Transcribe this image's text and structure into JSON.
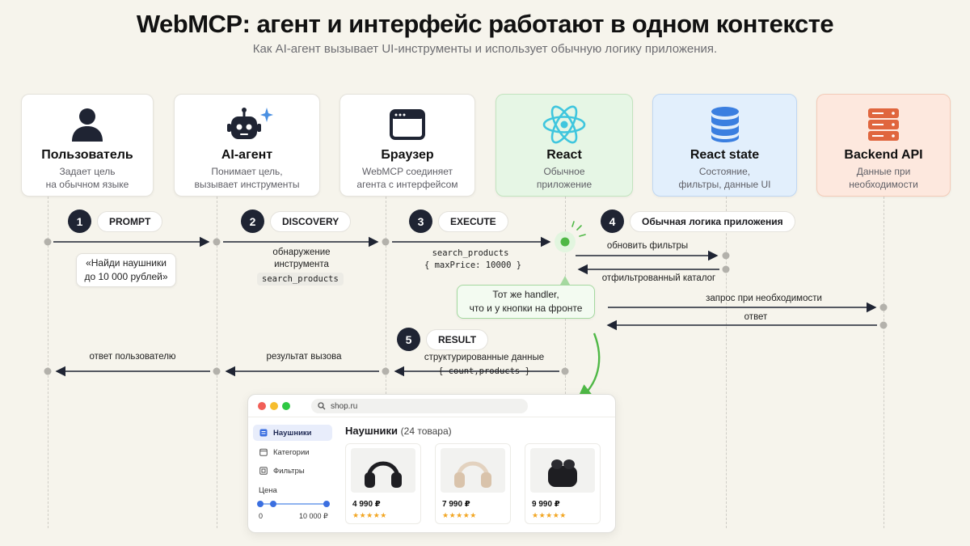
{
  "header": {
    "title": "WebMCP: агент и интерфейс работают в одном контексте",
    "subtitle": "Как AI-агент вызывает UI-инструменты и использует обычную логику приложения."
  },
  "actors": [
    {
      "title": "Пользователь",
      "desc": "Задает цель\nна обычном языке",
      "icon": "user-icon"
    },
    {
      "title": "AI-агент",
      "desc": "Понимает цель,\nвызывает инструменты",
      "icon": "robot-icon"
    },
    {
      "title": "Браузер",
      "desc": "WebMCP соединяет\nагента с интерфейсом",
      "icon": "browser-window-icon"
    },
    {
      "title": "React",
      "desc": "Обычное\nприложение",
      "icon": "react-logo-icon"
    },
    {
      "title": "React state",
      "desc": "Состояние,\nфильтры, данные UI",
      "icon": "database-icon"
    },
    {
      "title": "Backend API",
      "desc": "Данные при\nнеобходимости",
      "icon": "server-icon"
    }
  ],
  "steps": [
    {
      "num": "1",
      "label": "PROMPT"
    },
    {
      "num": "2",
      "label": "DISCOVERY"
    },
    {
      "num": "3",
      "label": "EXECUTE"
    },
    {
      "num": "4",
      "label": "Обычная логика приложения"
    },
    {
      "num": "5",
      "label": "RESULT"
    }
  ],
  "messages": {
    "prompt_text": "«Найди наушники\nдо 10 000 рублей»",
    "discovery_text": "обнаружение\nинструмента",
    "discovery_code": "search_products",
    "execute_code_1": "search_products",
    "execute_code_2": "{ maxPrice: 10000 }",
    "update_filters": "обновить фильтры",
    "filtered_catalog": "отфильтрованный каталог",
    "handler_note": "Тот же handler,\nчто и у кнопки на фронте",
    "api_request": "запрос при необходимости",
    "api_response": "ответ",
    "structured_data": "структурированные данные",
    "structured_code": "{ count,products }",
    "call_result": "результат вызова",
    "reply_user": "ответ пользователю"
  },
  "shop": {
    "url": "shop.ru",
    "sidebar": [
      {
        "label": "Наушники",
        "icon": "list-icon",
        "active": true
      },
      {
        "label": "Категории",
        "icon": "calendar-icon",
        "active": false
      },
      {
        "label": "Фильтры",
        "icon": "filter-icon",
        "active": false
      }
    ],
    "price_label": "Цена",
    "price_min": "0",
    "price_max": "10 000 ₽",
    "heading": "Наушники",
    "count": "(24 товара)",
    "products": [
      {
        "price": "4 990 ₽",
        "stars": "★★★★★",
        "rating": 5
      },
      {
        "price": "7 990 ₽",
        "stars": "★★★★★",
        "rating": 5
      },
      {
        "price": "9 990 ₽",
        "stars": "★★★★★",
        "rating": 5
      }
    ]
  },
  "colors": {
    "react_green": "#e6f6e5",
    "state_blue": "#e2effc",
    "backend_peach": "#fde8de",
    "step_badge": "#1f2433",
    "accent_green": "#4fb846",
    "react_cyan": "#3fc6de"
  }
}
